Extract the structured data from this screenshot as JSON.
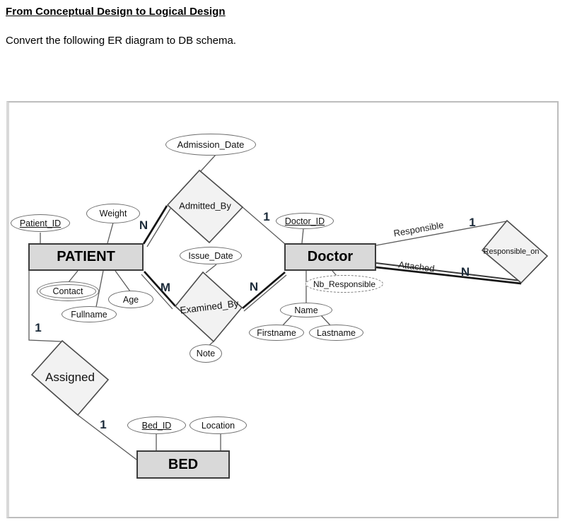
{
  "header": {
    "title": "From Conceptual Design to Logical Design",
    "subtitle": "Convert the following ER diagram to DB schema."
  },
  "diagram": {
    "entities": {
      "patient": "PATIENT",
      "doctor": "Doctor",
      "bed": "BED"
    },
    "relationships": {
      "admitted_by": "Admitted_By",
      "examined_by": "Examined_By",
      "assigned": "Assigned",
      "responsible_on": "Responsible_on"
    },
    "attributes": {
      "patient_id": "Patient_ID",
      "weight": "Weight",
      "contact": "Contact",
      "age": "Age",
      "fullname": "Fullname",
      "admission_date": "Admission_Date",
      "issue_date": "Issue_Date",
      "note": "Note",
      "doctor_id": "Doctor_ID",
      "nb_responsible": "Nb_Responsible",
      "name": "Name",
      "firstname": "Firstname",
      "lastname": "Lastname",
      "bed_id": "Bed_ID",
      "location": "Location"
    },
    "role_labels": {
      "responsible": "Responsible",
      "attached": "Attached"
    },
    "cardinalities": {
      "patient_admitted": "N",
      "admitted_doctor": "1",
      "patient_examined": "M",
      "examined_doctor": "N",
      "patient_assigned": "1",
      "assigned_bed": "1",
      "doctor_responsible": "1",
      "doctor_attached": "N"
    },
    "colors": {
      "entity_fill": "#d9d9d9",
      "relationship_fill": "#f2f2f2",
      "attribute_fill": "#ffffff",
      "line": "#5a5a5a",
      "frame_border": "#bdbdbd"
    }
  }
}
